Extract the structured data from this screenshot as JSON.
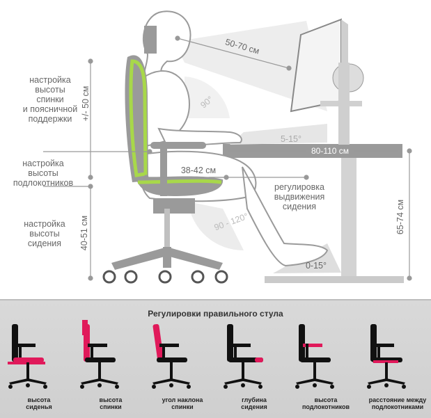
{
  "colors": {
    "accent_green": "#a8d84a",
    "accent_red": "#e0195a",
    "gray": "#8d8d8d",
    "light_gray": "#e6e6e6"
  },
  "labels": {
    "back_height": "настройка\nвысоты\nспинки\nи поясничной\nподдержки",
    "armrest_height": "настройка\nвысоты\nподлокотников",
    "seat_height": "настройка\nвысоты\nсидения",
    "seat_depth": "регулировка\nвыдвижения\nсидения"
  },
  "measurements": {
    "eye_distance": "50-70 см",
    "back_range": "+/- 50 см",
    "angle_back": "90°",
    "angle_forearm": "5-15°",
    "desk_width": "80-110 см",
    "seat_depth": "38-42 см",
    "knee_angle": "90 - 120°",
    "seat_height": "40-51 см",
    "desk_height": "65-74 см",
    "foot_angle": "0-15°"
  },
  "bottom": {
    "title": "Регулировки правильного стула",
    "items": [
      {
        "caption": "высота\nсиденья",
        "icon": "chair-seat-height"
      },
      {
        "caption": "высота\nспинки",
        "icon": "chair-back-height"
      },
      {
        "caption": "угол наклона\nспинки",
        "icon": "chair-back-angle"
      },
      {
        "caption": "глубина\nсидения",
        "icon": "chair-seat-depth"
      },
      {
        "caption": "высота\nподлокотников",
        "icon": "chair-armrest-height"
      },
      {
        "caption": "расстояние между\nподлокотниками",
        "icon": "chair-armrest-distance"
      }
    ]
  }
}
